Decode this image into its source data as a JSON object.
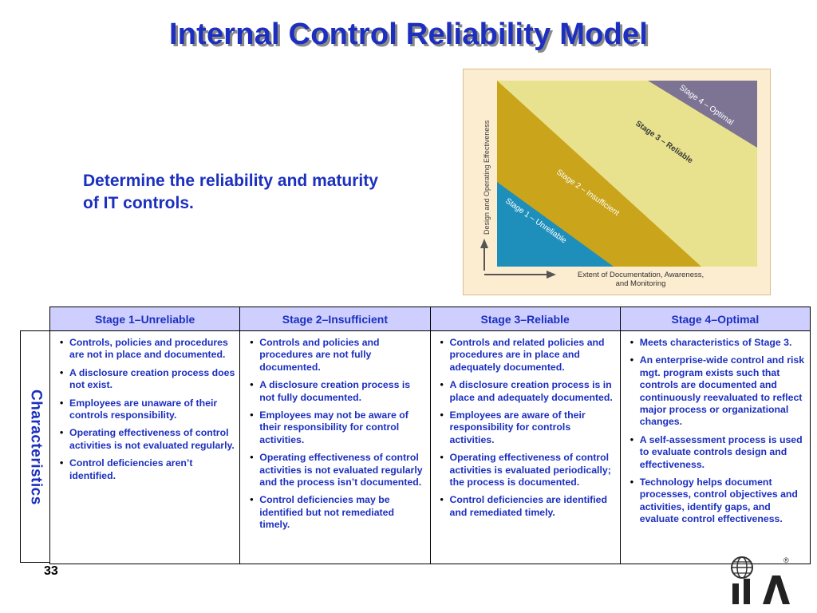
{
  "slide": {
    "title": "Internal Control Reliability Model",
    "subtitle": "Determine the reliability and maturity of IT controls.",
    "page_number": "33",
    "row_header": "Characteristics"
  },
  "diagram": {
    "y_axis_label": "Design and Operating Effectiveness",
    "x_axis_label_line1": "Extent of Documentation, Awareness,",
    "x_axis_label_line2": "and Monitoring",
    "bands": [
      {
        "label": "Stage 1 – Unreliable",
        "color": "#1e8fba"
      },
      {
        "label": "Stage 2 – Insufficient",
        "color": "#caa41a"
      },
      {
        "label": "Stage 3 – Reliable",
        "color": "#e8e28e"
      },
      {
        "label": "Stage 4 – Optimal",
        "color": "#7d7494"
      }
    ]
  },
  "table": {
    "headers": [
      "Stage 1–Unreliable",
      "Stage 2–Insufficient",
      "Stage 3–Reliable",
      "Stage 4–Optimal"
    ],
    "columns": [
      [
        "Controls, policies and procedures are not in place and documented.",
        "A disclosure creation process does not exist.",
        "Employees are unaware of their controls responsibility.",
        "Operating effectiveness of control activities is not evaluated  regularly.",
        "Control deficiencies aren’t identified."
      ],
      [
        "Controls and policies and procedures are not fully documented.",
        "A disclosure creation process is not fully documented.",
        "Employees may not be aware of their responsibility for control activities.",
        "Operating effectiveness of control activities is not evaluated regularly and the process isn’t documented.",
        "Control deficiencies may be identified but  not remediated timely."
      ],
      [
        "Controls and related policies and procedures are in place and adequately documented.",
        "A disclosure creation process is in place and adequately documented.",
        "Employees are aware of their responsibility for controls activities.",
        "Operating effectiveness of control activities is evaluated periodically; the process is documented.",
        "Control deficiencies are identified and remediated timely."
      ],
      [
        "Meets characteristics of Stage 3.",
        "An enterprise-wide control and risk mgt. program exists such that controls are documented and continuously reevaluated to reflect major process or organizational changes.",
        "A self-assessment process is used to  evaluate controls design and effectiveness.",
        "Technology helps document processes, control objectives and activities, identify gaps, and evaluate control effectiveness."
      ]
    ]
  },
  "logo": {
    "text": "IIA",
    "registered_mark": "®"
  }
}
